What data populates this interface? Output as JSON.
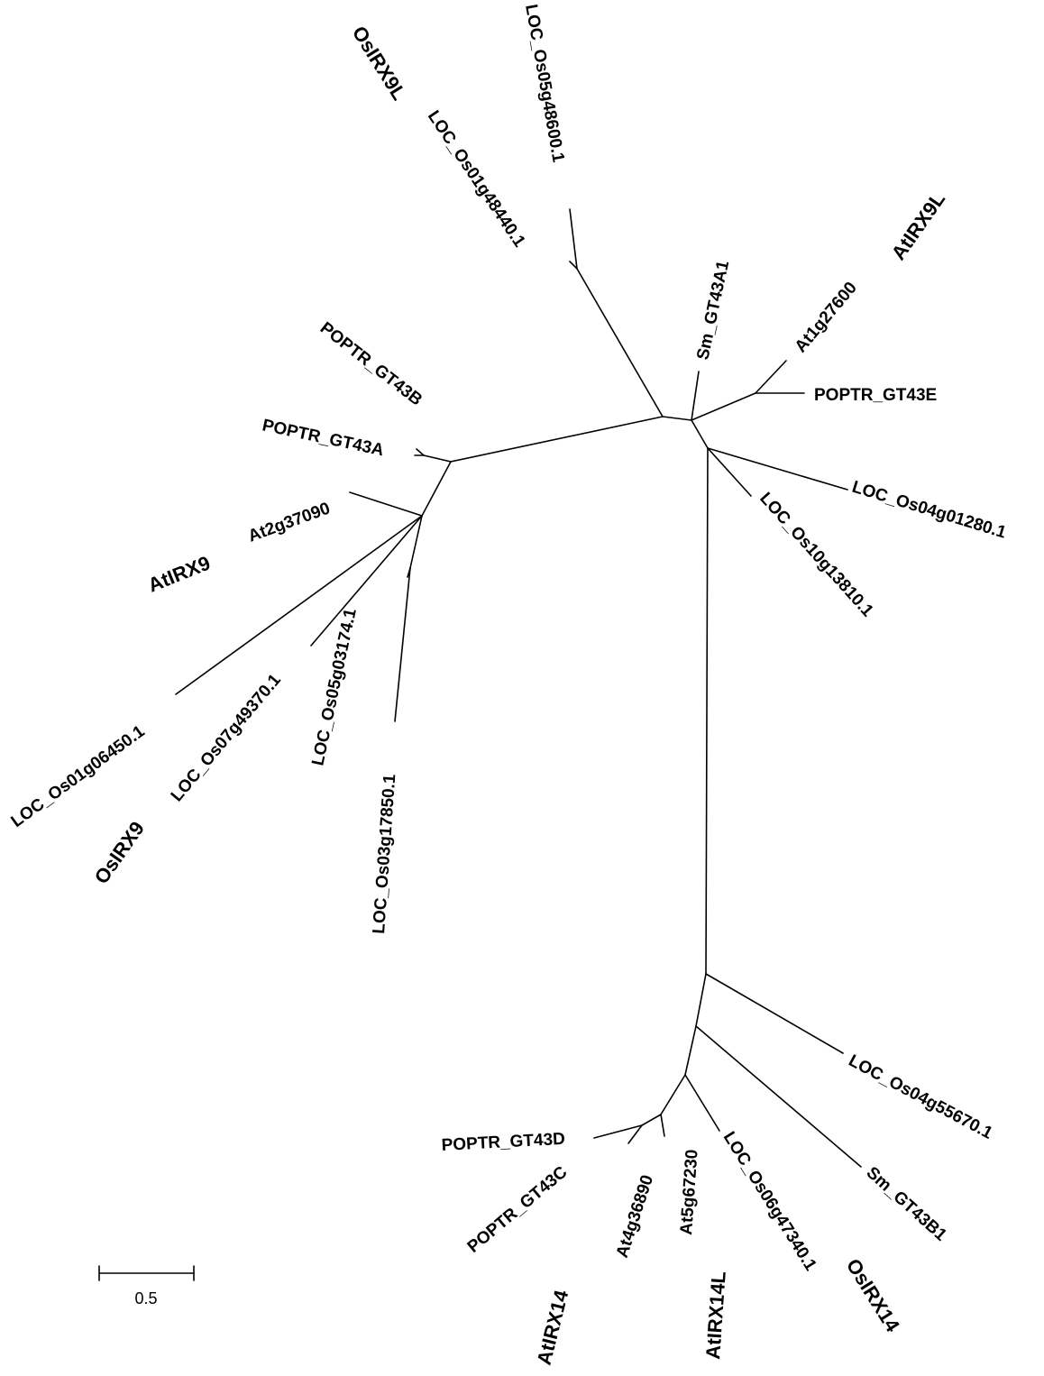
{
  "scale_bar": {
    "label": "0.5"
  },
  "leaves": [
    "LOC_Os05g48600.1",
    "LOC_Os01g48440.1",
    "Sm_GT43A1",
    "At1g27600",
    "POPTR_GT43E",
    "LOC_Os04g01280.1",
    "LOC_Os10g13810.1",
    "POPTR_GT43B",
    "POPTR_GT43A",
    "At2g37090",
    "LOC_Os05g03174.1",
    "LOC_Os03g17850.1",
    "LOC_Os07g49370.1",
    "LOC_Os01g06450.1",
    "LOC_Os04g55670.1",
    "Sm_GT43B1",
    "LOC_Os06g47340.1",
    "At5g67230",
    "At4g36890",
    "POPTR_GT43C",
    "POPTR_GT43D"
  ],
  "clades": [
    "OsIRX9L",
    "AtIRX9L",
    "AtIRX9",
    "OsIRX9",
    "AtIRX14",
    "AtIRX14L",
    "OsIRX14"
  ]
}
